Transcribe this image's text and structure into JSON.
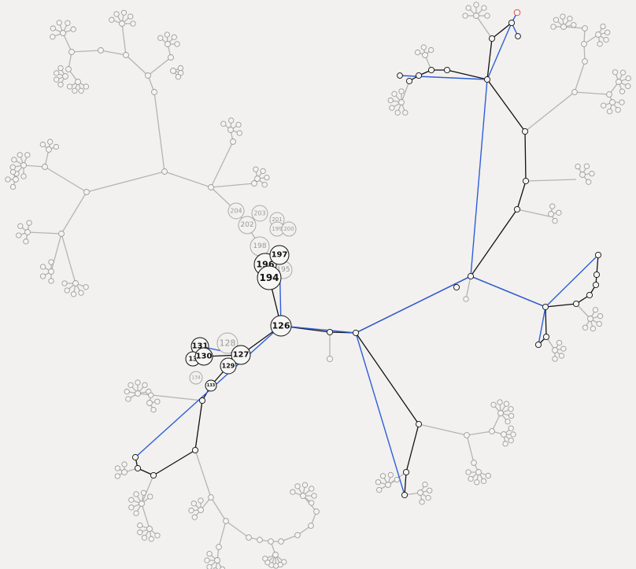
{
  "colors": {
    "background": "#f2f1ef",
    "edge_inactive": "#b4b4b4",
    "edge_active": "#111111",
    "edge_highlight": "#2e5ed8",
    "node_marker": "#d84040"
  },
  "labels": {
    "n126": "126",
    "n127": "127",
    "n128": "128",
    "n129": "129",
    "n130": "130",
    "n131": "131",
    "n132": "13",
    "n133": "133",
    "n134": "134",
    "n194": "194",
    "n196": "196",
    "n197": "197",
    "n198": "198",
    "n195": "195",
    "n202": "202",
    "n203": "203",
    "n204": "204",
    "n201": "201",
    "n199": "199",
    "n200": "200"
  }
}
